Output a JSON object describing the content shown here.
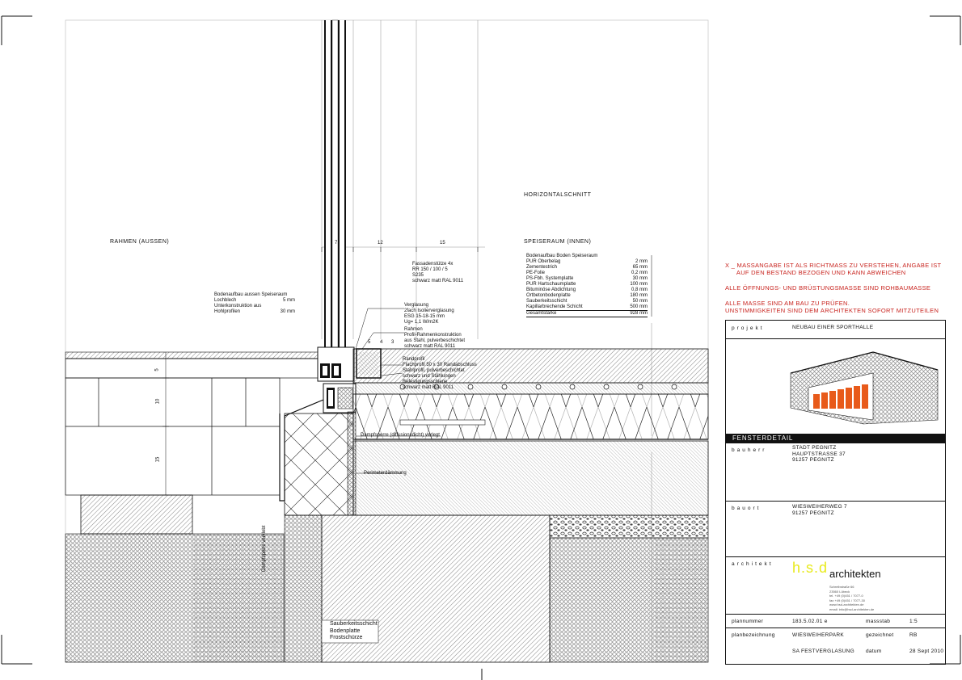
{
  "drawing": {
    "section_title": "HORIZONTALSCHNITT",
    "label_outside": "RAHMEN (AUSSEN)",
    "label_inside": "SPEISERAUM (INNEN)",
    "dims_top": [
      "7",
      "12",
      "15"
    ],
    "dims_side": [
      "5",
      "10",
      "15"
    ],
    "dims_small": [
      "5",
      "4",
      "3"
    ],
    "floor_build_up": {
      "heading": "Bodenaufbau Boden Speiseraum",
      "rows": [
        {
          "name": "PUR Oberbelag",
          "value": "2 mm"
        },
        {
          "name": "Zementestrich",
          "value": "65 mm"
        },
        {
          "name": "PE-Folie",
          "value": "0,2 mm"
        },
        {
          "name": "PS-Fbh. Systemplatte",
          "value": "30 mm"
        },
        {
          "name": "PUR Hartschaumplatte",
          "value": "100 mm"
        },
        {
          "name": "Bituminöse Abdichtung",
          "value": "0,8 mm"
        },
        {
          "name": "Ortbetonbodenplatte",
          "value": "180 mm"
        },
        {
          "name": "Sauberkeitsschicht",
          "value": "50 mm"
        },
        {
          "name": "Kapillarbrechende Schicht",
          "value": "500 mm"
        },
        {
          "name": "Gesamtstärke",
          "value": "928 mm"
        }
      ]
    },
    "outside_build_up": {
      "heading": "Bodenaufbau aussen Speiseraum",
      "rows": [
        {
          "name": "Lochblech",
          "value": "5 mm"
        },
        {
          "name": "Unterkonstruktion aus",
          "value": ""
        },
        {
          "name": "Hohlprofilen",
          "value": "30 mm"
        }
      ]
    },
    "facade_note": "Fassadenstütze 4x\nRR 150 / 100 / 5\nS235\nschwarz matt RAL 9011",
    "glazing_note": "Verglasung\n2fach Isolierverglasung\nESG 15-18-15 mm\nUg= 1,1 W/m2K",
    "frame_note": "Rahmen\nProfil-Rahmenkonstruktion\naus Stahl, pulverbeschichtet\nschwarz matt RAL 9011",
    "insulation_note": "Randprofil\nFlachprofil 50 x 30 Randabschluss\nStahlprofil, pulverbeschichtet\nschwarz und Stählungen\nBefestigungsschiene\nschwarz matt RAL 9011",
    "vapor_note": "Dampfsperre (diffusionsdicht) verlegt",
    "perimeter_note": "Perimeterdämmung",
    "vertical_note": "Dampfsperre verklebt",
    "bottom_notes": "Sauberkeitsschicht\nBodenplatte\nFrostschürze"
  },
  "notes": [
    "X _ MASSANGABE IST ALS RICHTMASS ZU VERSTEHEN, ANGABE IST\n      AUF DEN BESTAND BEZOGEN UND KANN ABWEICHEN",
    "ALLE ÖFFNUNGS- UND BRÜSTUNGSMASSE SIND ROHBAUMASSE",
    "ALLE MASSE SIND AM BAU ZU PRÜFEN.\nUNSTIMMIGKEITEN SIND DEM ARCHITEKTEN SOFORT MITZUTEILEN"
  ],
  "title_block": {
    "projekt_label": "projekt",
    "projekt_value": "NEUBAU EINER SPORTHALLE",
    "sheet_title": "FENSTERDETAIL",
    "bauherr_label": "bauherr",
    "bauherr_value": "STADT PEGNITZ\nHAUPTSTRASSE 37\n91257 PEGNITZ",
    "bauort_label": "bauort",
    "bauort_value": "WIESWEIHERWEG 7\n91257 PEGNITZ",
    "architekt_label": "architekt",
    "logo_mark": "h.s.d",
    "logo_text": "architekten",
    "address": "Schreibstraße 66\n23560 Lübeck\ntel. +49 (0)451 / 7077-0\nfax +49 (0)451 / 7077-30\nwww.hsd-architekten.de\nemail: info@hsd-architekten.de",
    "plannummer_label": "plannummer",
    "plannummer_value": "183.5.02.01 e",
    "massstab_label": "massstab",
    "massstab_value": "1:5",
    "planbezeichnung_label": "planbezeichnung",
    "planbezeichnung_value": "WIESWEIHERPARK",
    "planbezeichnung_value2": "SA FESTVERGLASUNG",
    "gezeichnet_label": "gezeichnet",
    "gezeichnet_value": "RB",
    "datum_label": "datum",
    "datum_value": "28 Sept 2010"
  },
  "colors": {
    "line": "#111111",
    "note_red": "#c8231e",
    "logo_yellow": "#e8ea1c",
    "render_orange": "#e85a1a"
  }
}
